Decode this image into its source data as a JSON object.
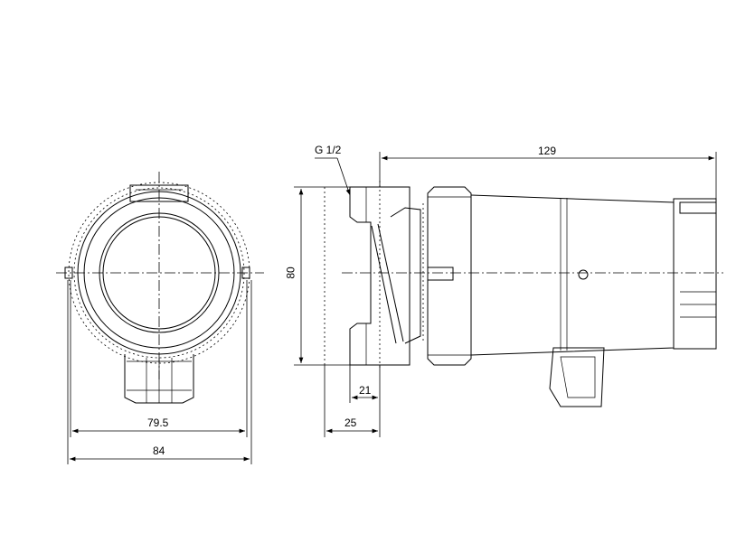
{
  "labels": {
    "thread": "G 1/2",
    "length": "129",
    "height": "80",
    "port_depth": "21",
    "port_offset": "25",
    "inner_width": "79.5",
    "outer_width": "84"
  }
}
